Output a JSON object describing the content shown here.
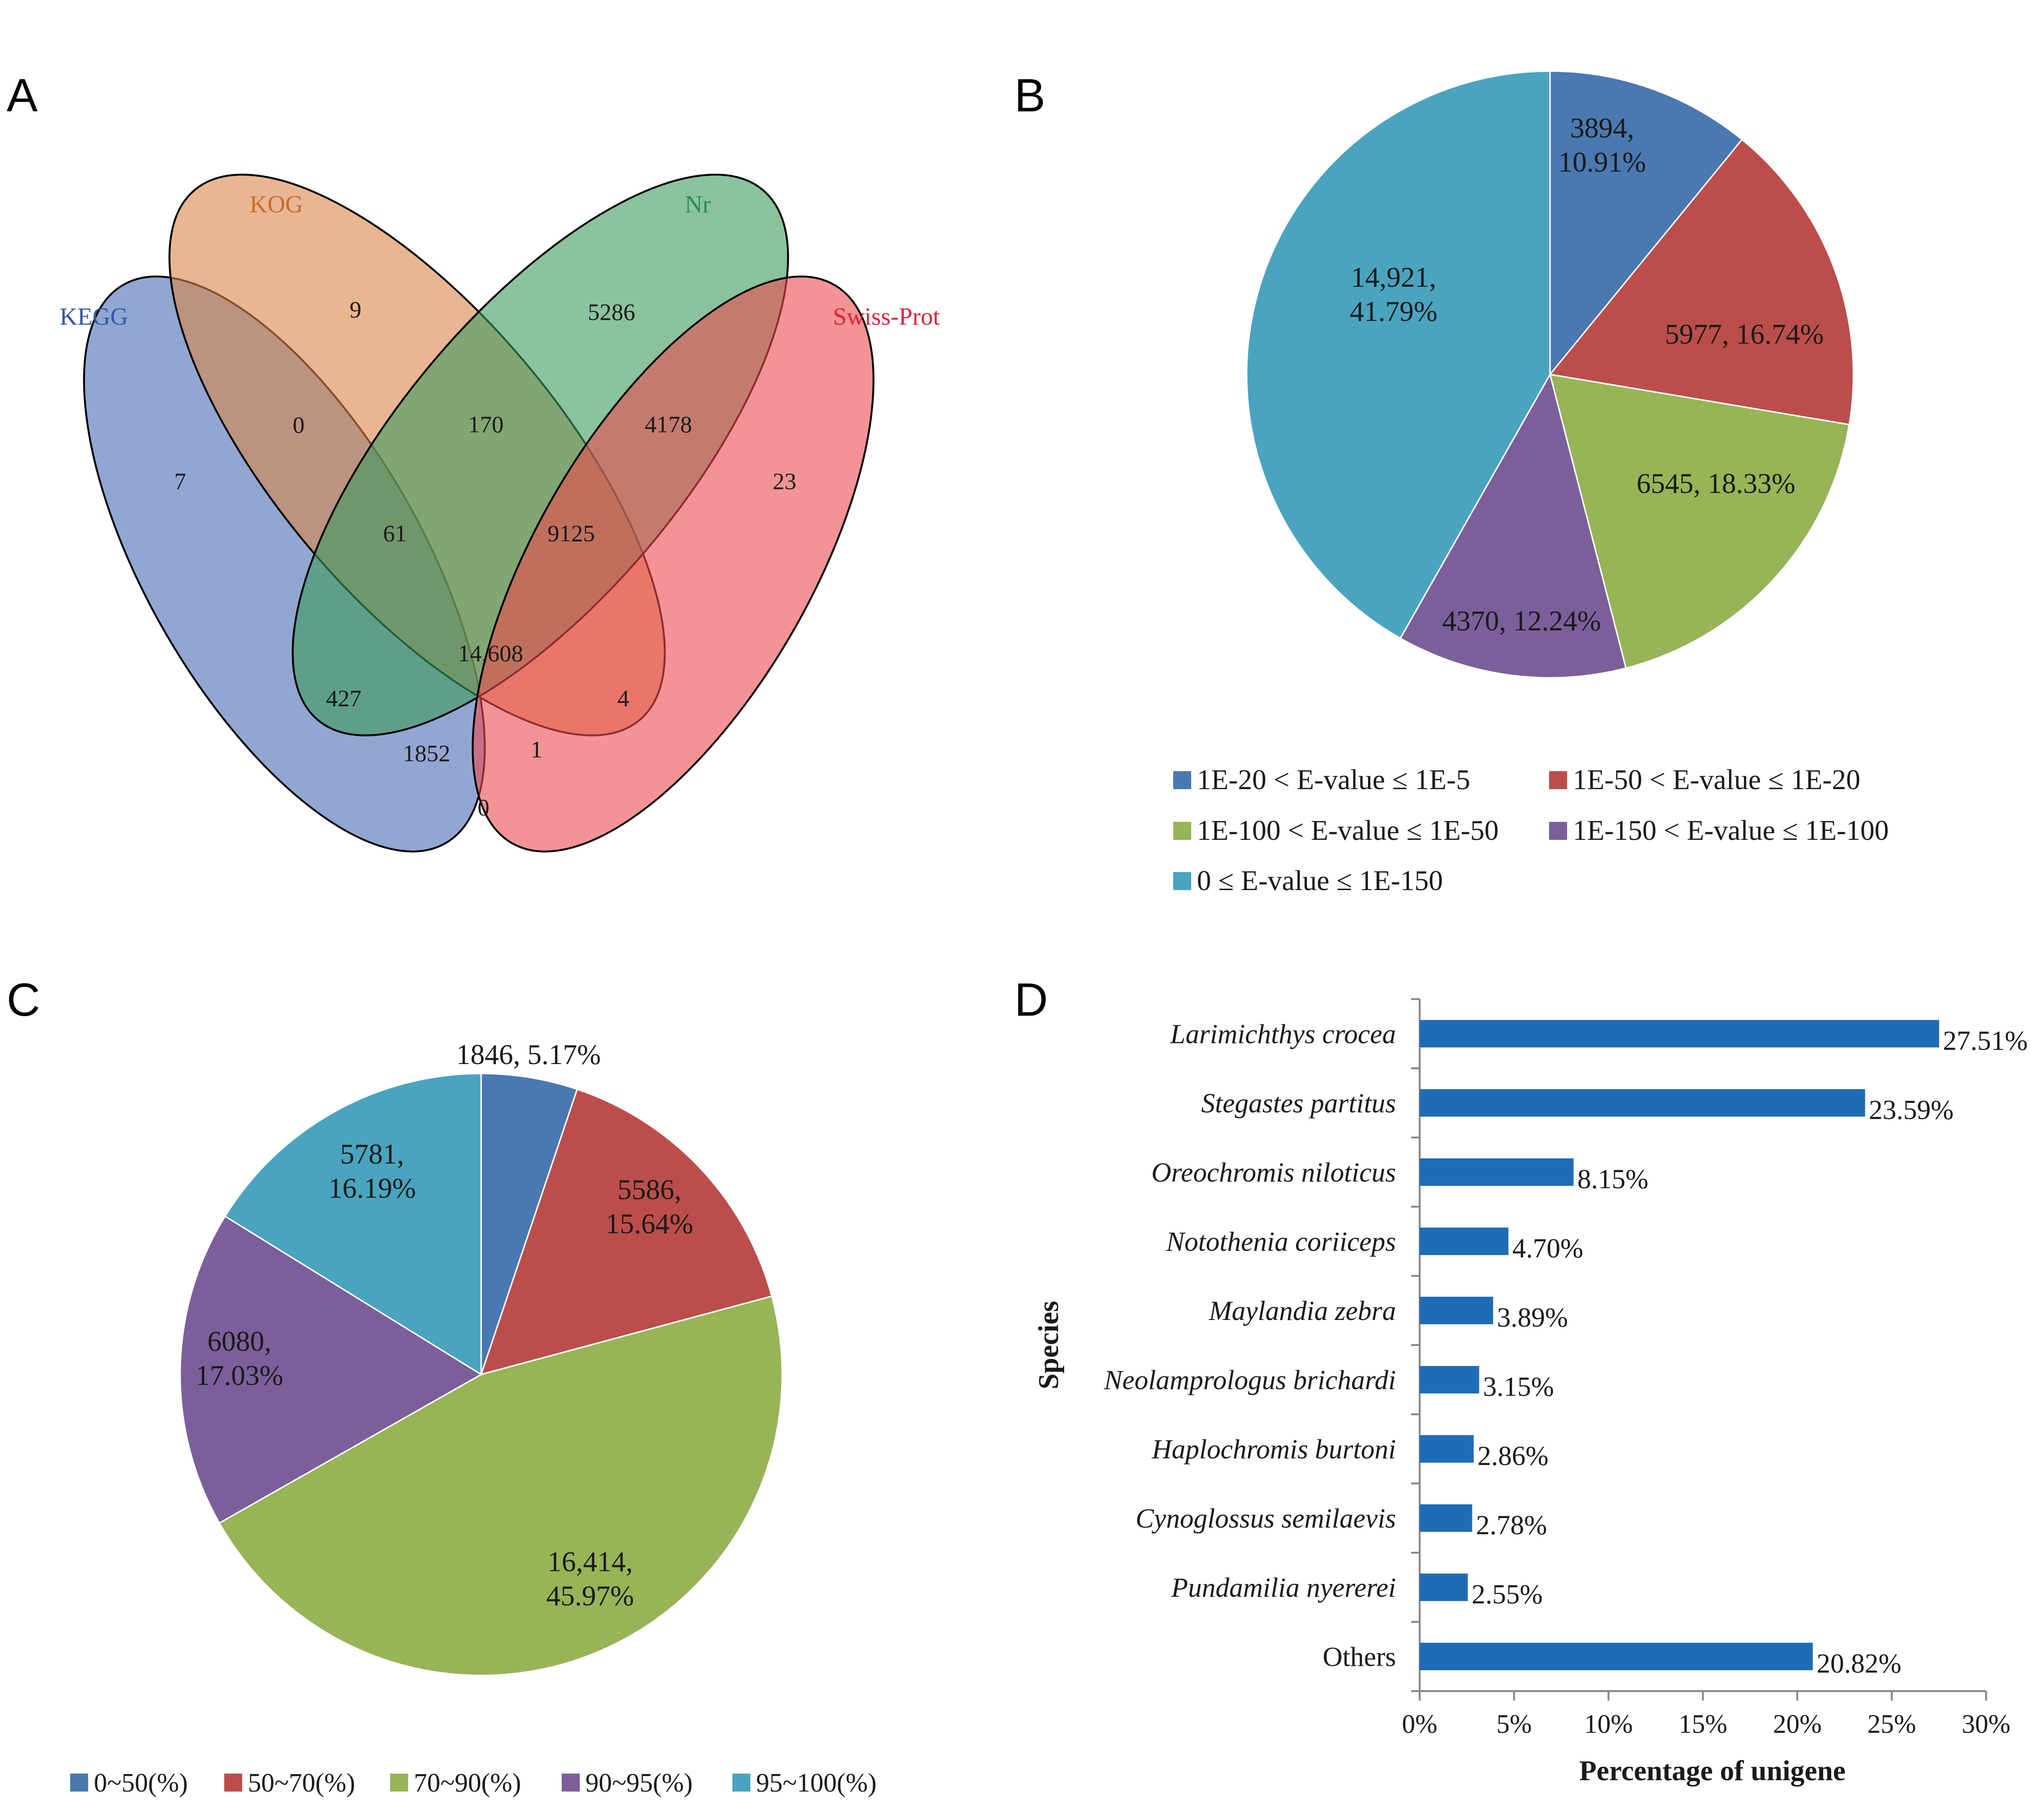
{
  "panels": {
    "a": {
      "label": "A"
    },
    "b": {
      "label": "B"
    },
    "c": {
      "label": "C"
    },
    "d": {
      "label": "D"
    }
  },
  "chart_data": [
    {
      "type": "venn",
      "sets": [
        {
          "name": "KEGG",
          "color": "#4a6bb4",
          "label_color": "#2e57a8"
        },
        {
          "name": "KOG",
          "color": "#d9854a",
          "label_color": "#cc6a2e"
        },
        {
          "name": "Nr",
          "color": "#3c9b5e",
          "label_color": "#2f8a4e"
        },
        {
          "name": "Swiss-Prot",
          "color": "#eb4b50",
          "label_color": "#e0223a"
        }
      ],
      "regions": [
        {
          "sets": [
            "KEGG"
          ],
          "value": "7"
        },
        {
          "sets": [
            "KOG"
          ],
          "value": "9"
        },
        {
          "sets": [
            "Nr"
          ],
          "value": "5286"
        },
        {
          "sets": [
            "Swiss-Prot"
          ],
          "value": "23"
        },
        {
          "sets": [
            "KEGG",
            "KOG"
          ],
          "value": "0"
        },
        {
          "sets": [
            "KOG",
            "Nr"
          ],
          "value": "170"
        },
        {
          "sets": [
            "Nr",
            "Swiss-Prot"
          ],
          "value": "4178"
        },
        {
          "sets": [
            "KEGG",
            "KOG",
            "Nr"
          ],
          "value": "61"
        },
        {
          "sets": [
            "KOG",
            "Nr",
            "Swiss-Prot"
          ],
          "value": "9125"
        },
        {
          "sets": [
            "KEGG",
            "KOG",
            "Nr",
            "Swiss-Prot"
          ],
          "value": "14,608"
        },
        {
          "sets": [
            "KEGG",
            "Nr"
          ],
          "value": "427"
        },
        {
          "sets": [
            "KOG",
            "Swiss-Prot"
          ],
          "value": "4"
        },
        {
          "sets": [
            "KEGG",
            "Nr",
            "Swiss-Prot"
          ],
          "value": "1852"
        },
        {
          "sets": [
            "KEGG",
            "KOG",
            "Swiss-Prot"
          ],
          "value": "1"
        },
        {
          "sets": [
            "KEGG",
            "Swiss-Prot"
          ],
          "value": "0"
        }
      ]
    },
    {
      "type": "pie",
      "slices": [
        {
          "label": "1E-20 < E-value ≤ 1E-5",
          "value": 3894,
          "percent": 10.91,
          "text": "3894,",
          "text2": "10.91%",
          "color": "#4a78b0"
        },
        {
          "label": "1E-50 < E-value ≤ 1E-20",
          "value": 5977,
          "percent": 16.74,
          "text": "5977, 16.74%",
          "color": "#bb4e4b"
        },
        {
          "label": "1E-100 < E-value ≤ 1E-50",
          "value": 6545,
          "percent": 18.33,
          "text": "6545, 18.33%",
          "color": "#97b457"
        },
        {
          "label": "1E-150 < E-value ≤ 1E-100",
          "value": 4370,
          "percent": 12.24,
          "text": "4370, 12.24%",
          "color": "#7b5f9a"
        },
        {
          "label": "0 ≤ E-value ≤ 1E-150",
          "value": 14921,
          "percent": 41.79,
          "text": "14,921,",
          "text2": "41.79%",
          "color": "#4aa4be"
        }
      ],
      "legend_position": "bottom"
    },
    {
      "type": "pie",
      "slices": [
        {
          "label": "0~50(%)",
          "value": 1846,
          "percent": 5.17,
          "text": "1846, 5.17%",
          "color": "#4a78b0"
        },
        {
          "label": "50~70(%)",
          "value": 5586,
          "percent": 15.64,
          "text": "5586,",
          "text2": "15.64%",
          "color": "#bb4e4b"
        },
        {
          "label": "70~90(%)",
          "value": 16414,
          "percent": 45.97,
          "text": "16,414,",
          "text2": "45.97%",
          "color": "#97b457"
        },
        {
          "label": "90~95(%)",
          "value": 6080,
          "percent": 17.03,
          "text": "6080,",
          "text2": "17.03%",
          "color": "#7b5f9a"
        },
        {
          "label": "95~100(%)",
          "value": 5781,
          "percent": 16.19,
          "text": "5781,",
          "text2": "16.19%",
          "color": "#4aa4be"
        }
      ],
      "legend_position": "bottom"
    },
    {
      "type": "bar",
      "orientation": "horizontal",
      "categories": [
        "Larimichthys crocea",
        "Stegastes partitus",
        "Oreochromis niloticus",
        "Notothenia coriiceps",
        "Maylandia zebra",
        "Neolamprologus brichardi",
        "Haplochromis burtoni",
        "Cynoglossus semilaevis",
        "Pundamilia nyererei",
        "Others"
      ],
      "values": [
        27.51,
        23.59,
        8.15,
        4.7,
        3.89,
        3.15,
        2.86,
        2.78,
        2.55,
        20.82
      ],
      "value_labels": [
        "27.51%",
        "23.59%",
        "8.15%",
        "4.70%",
        "3.89%",
        "3.15%",
        "2.86%",
        "2.78%",
        "2.55%",
        "20.82%"
      ],
      "xlabel": "Percentage of unigene",
      "ylabel": "Species",
      "xticks": [
        "0%",
        "5%",
        "10%",
        "15%",
        "20%",
        "25%",
        "30%"
      ],
      "xlim": [
        0,
        30
      ],
      "bar_color": "#1f6cb6"
    }
  ]
}
